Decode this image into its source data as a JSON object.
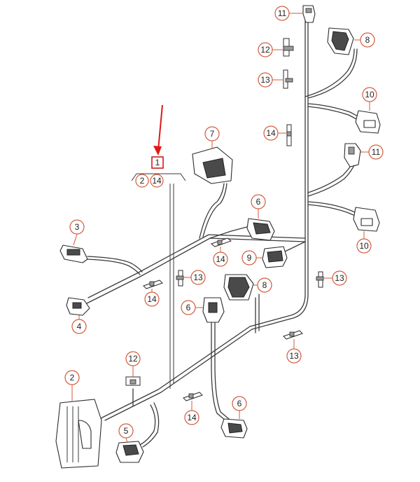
{
  "callouts": {
    "c1": "1",
    "c2": "2",
    "c14a": "14",
    "c11a": "11",
    "c12a": "12",
    "c13a": "13",
    "c8a": "8",
    "c10a": "10",
    "c14b": "14",
    "c11b": "11",
    "c7": "7",
    "c10b": "10",
    "c3": "3",
    "c6a": "6",
    "c14c": "14",
    "c9": "9",
    "c13b": "13",
    "c8b": "8",
    "c14d": "14",
    "c13c": "13",
    "c4": "4",
    "c6b": "6",
    "c13d": "13",
    "c12b": "12",
    "c2b": "2",
    "c14e": "14",
    "c6c": "6",
    "c5": "5"
  },
  "colors": {
    "callout": "#d45a3a",
    "highlight": "#d11a1a",
    "arrow": "#e01818",
    "wire": "#3a3a3a"
  }
}
